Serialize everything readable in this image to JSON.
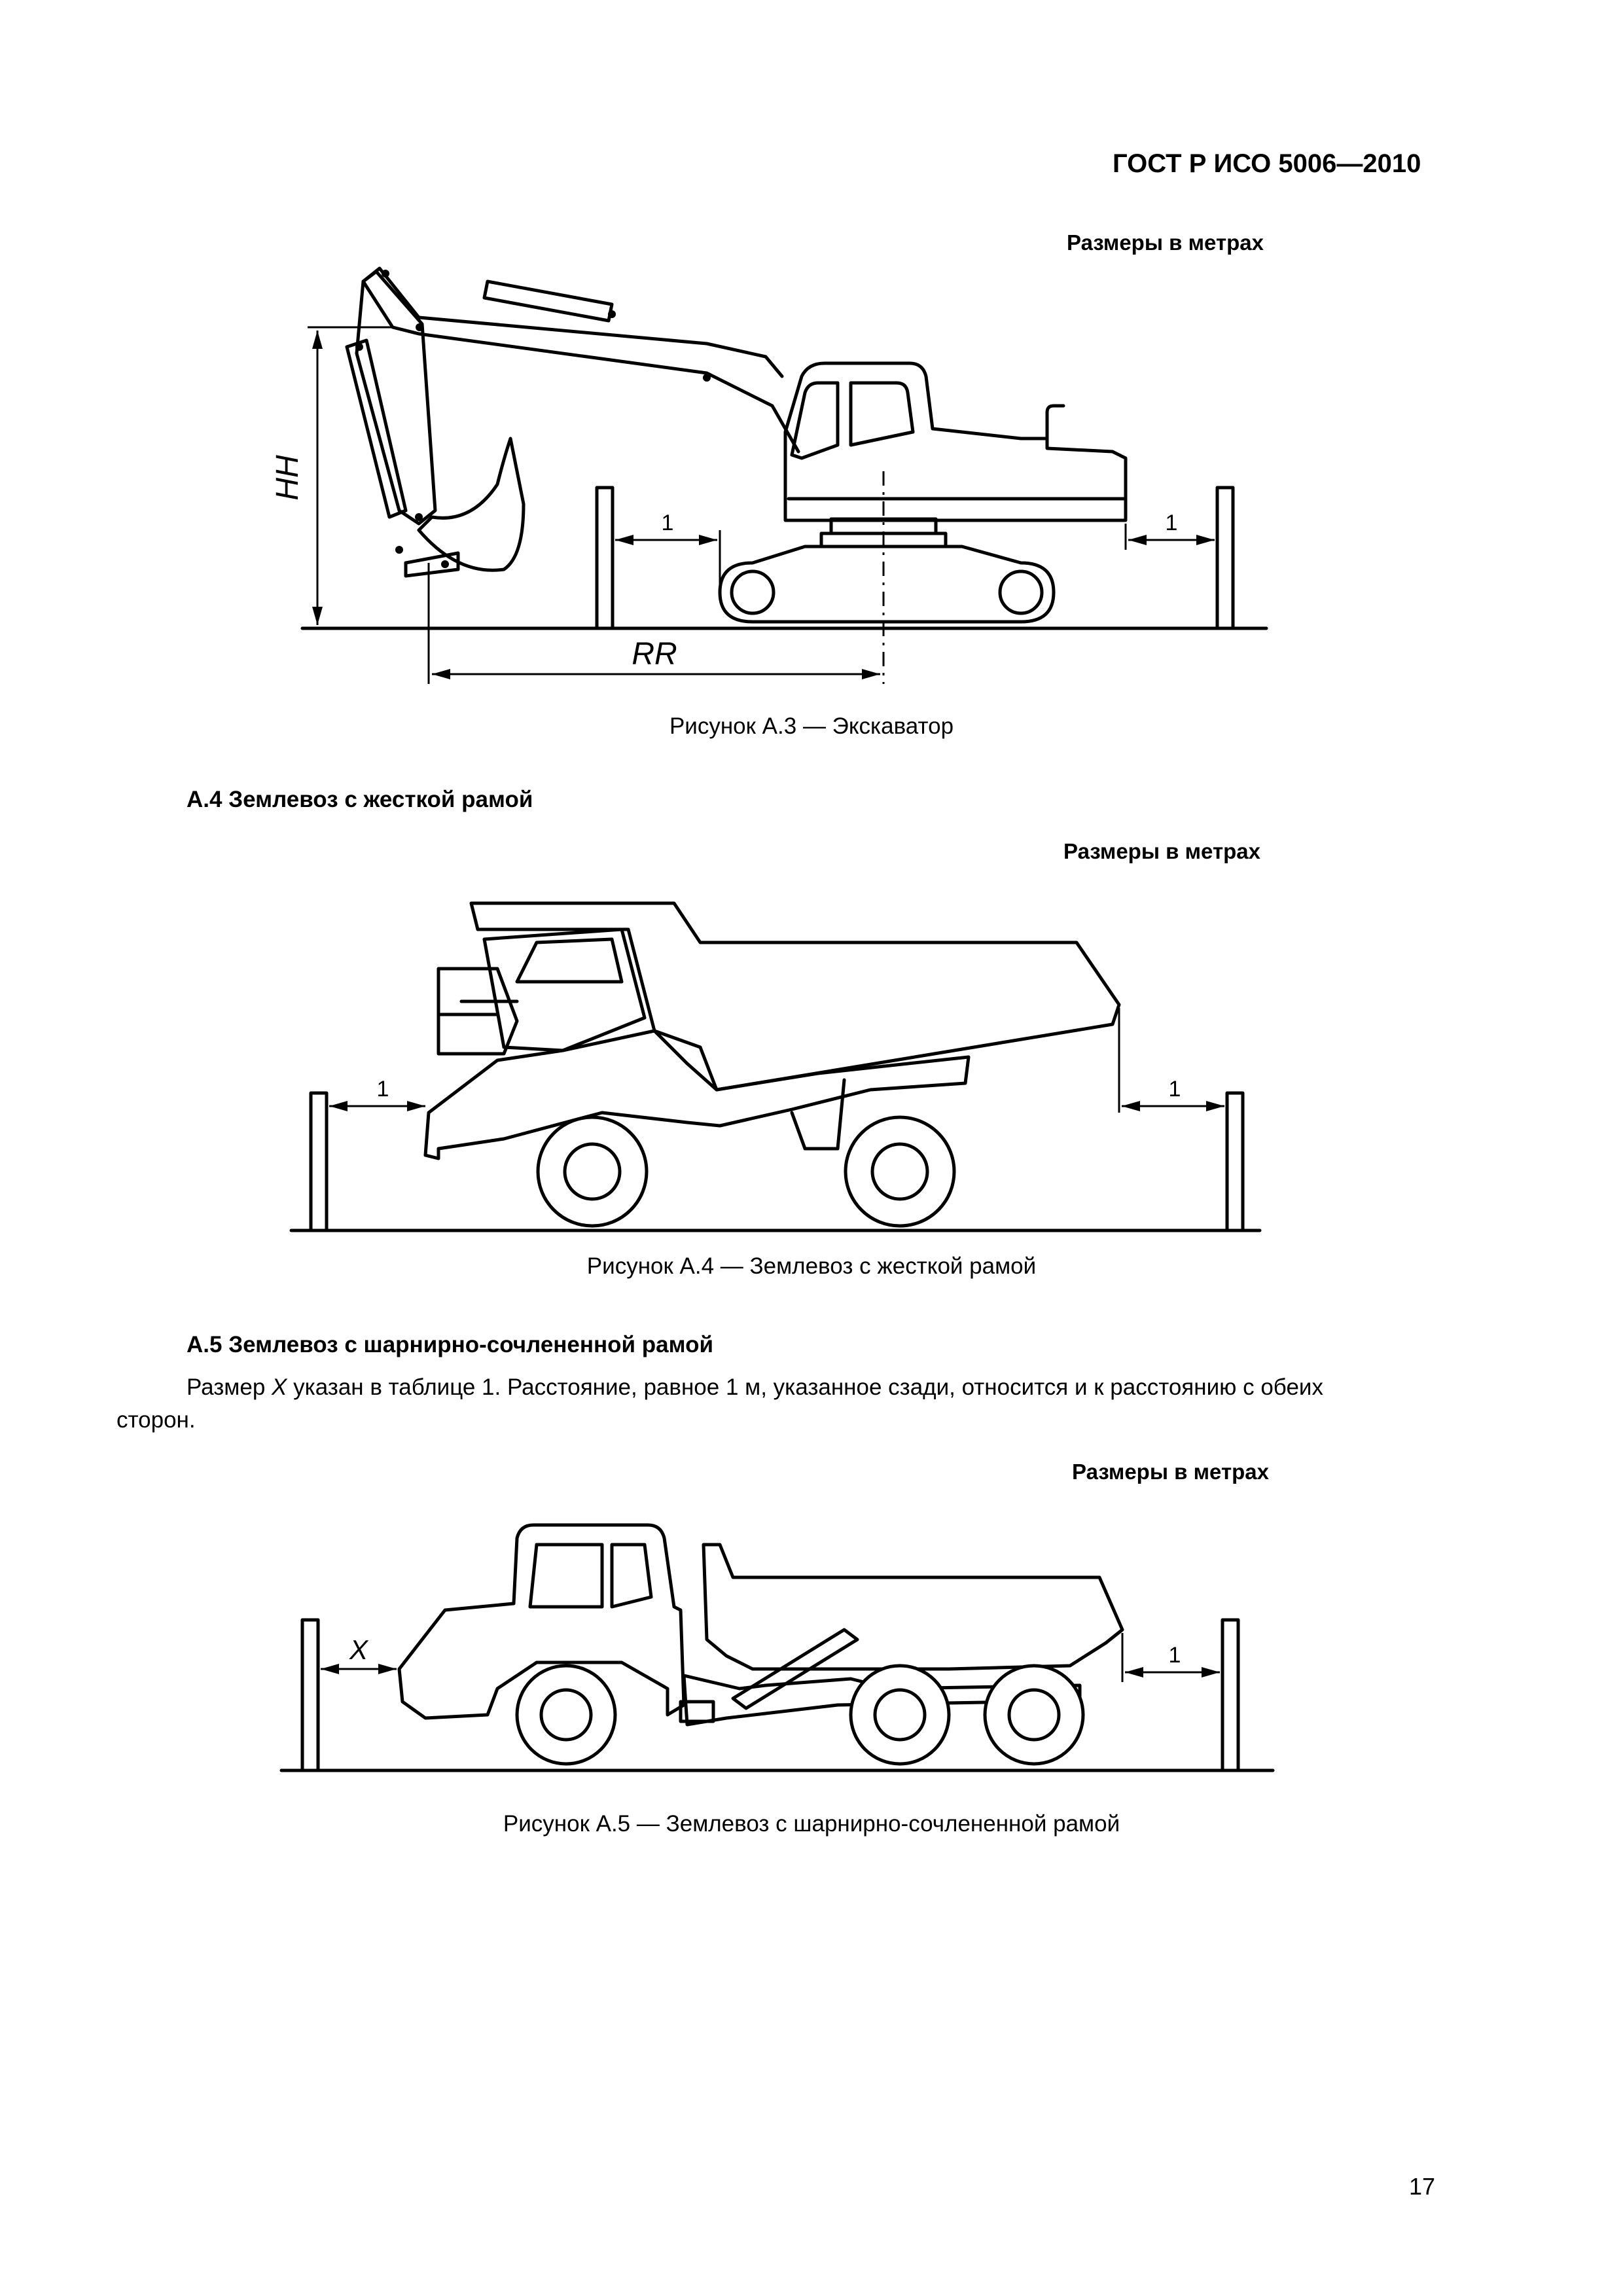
{
  "header": {
    "standard": "ГОСТ Р ИСО 5006—2010"
  },
  "figure_a3": {
    "units_note": "Размеры в метрах",
    "label_hh": "HH",
    "label_rr": "RR",
    "dim_left": "1",
    "dim_right": "1",
    "caption": "Рисунок А.3 — Экскаватор"
  },
  "section_a4": {
    "heading": "А.4  Землевоз с жесткой рамой"
  },
  "figure_a4": {
    "units_note": "Размеры в метрах",
    "dim_left": "1",
    "dim_right": "1",
    "caption": "Рисунок А.4 — Землевоз с жесткой рамой"
  },
  "section_a5": {
    "heading": "А.5  Землевоз с шарнирно-сочлененной рамой",
    "para_prefix": "Размер ",
    "para_var": "X",
    "para_line1_rest": " указан в таблице 1. Расстояние, равное 1 м, указанное сзади, относится и к расстоянию с обеих",
    "para_line2": "сторон."
  },
  "figure_a5": {
    "units_note": "Размеры в метрах",
    "dim_left": "X",
    "dim_right": "1",
    "caption": "Рисунок А.5 — Землевоз с шарнирно-сочлененной рамой"
  },
  "footer": {
    "page_number": "17"
  }
}
